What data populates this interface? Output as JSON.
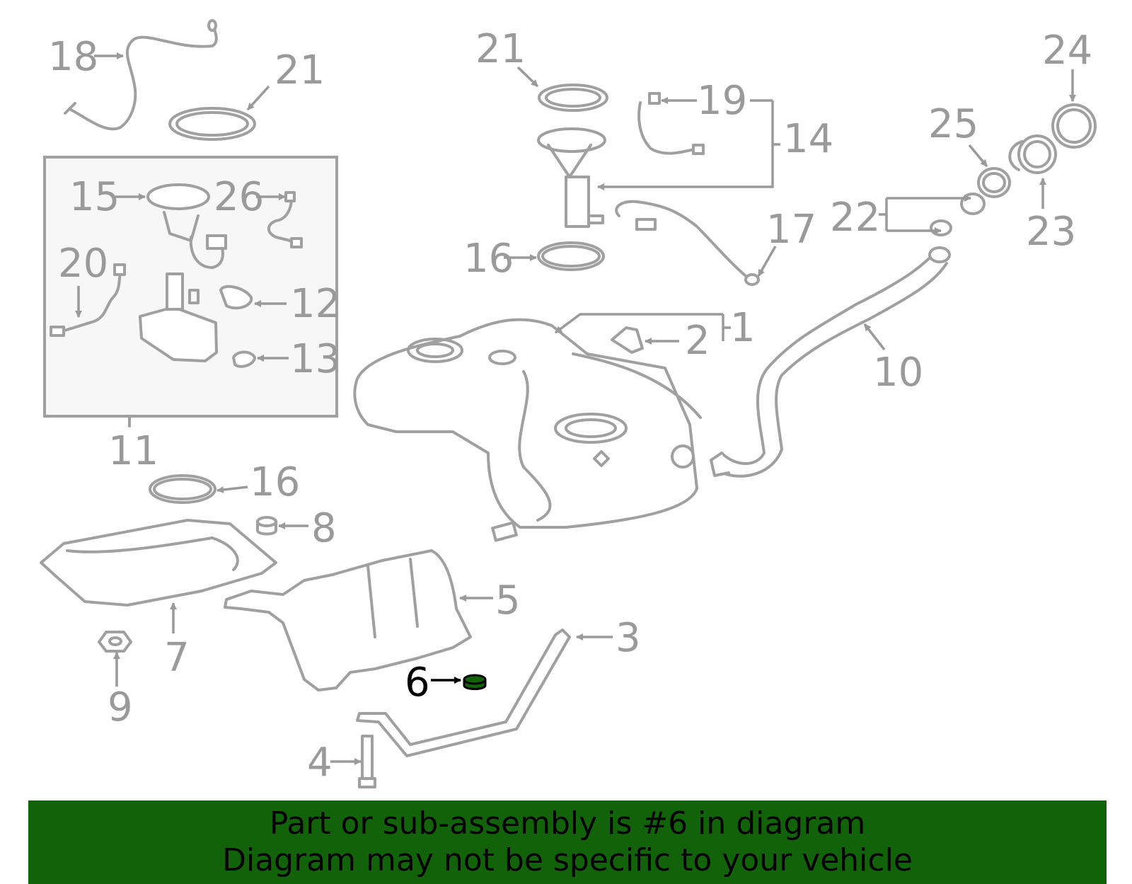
{
  "callouts": [
    {
      "id": "1",
      "label": "1",
      "highlighted": false
    },
    {
      "id": "2",
      "label": "2",
      "highlighted": false
    },
    {
      "id": "3",
      "label": "3",
      "highlighted": false
    },
    {
      "id": "4",
      "label": "4",
      "highlighted": false
    },
    {
      "id": "5",
      "label": "5",
      "highlighted": false
    },
    {
      "id": "6",
      "label": "6",
      "highlighted": true
    },
    {
      "id": "7",
      "label": "7",
      "highlighted": false
    },
    {
      "id": "8",
      "label": "8",
      "highlighted": false
    },
    {
      "id": "9",
      "label": "9",
      "highlighted": false
    },
    {
      "id": "10",
      "label": "10",
      "highlighted": false
    },
    {
      "id": "11",
      "label": "11",
      "highlighted": false
    },
    {
      "id": "12",
      "label": "12",
      "highlighted": false
    },
    {
      "id": "13",
      "label": "13",
      "highlighted": false
    },
    {
      "id": "14",
      "label": "14",
      "highlighted": false
    },
    {
      "id": "15",
      "label": "15",
      "highlighted": false
    },
    {
      "id": "16a",
      "label": "16",
      "highlighted": false
    },
    {
      "id": "16b",
      "label": "16",
      "highlighted": false
    },
    {
      "id": "17",
      "label": "17",
      "highlighted": false
    },
    {
      "id": "18",
      "label": "18",
      "highlighted": false
    },
    {
      "id": "19",
      "label": "19",
      "highlighted": false
    },
    {
      "id": "20",
      "label": "20",
      "highlighted": false
    },
    {
      "id": "21a",
      "label": "21",
      "highlighted": false
    },
    {
      "id": "21b",
      "label": "21",
      "highlighted": false
    },
    {
      "id": "22",
      "label": "22",
      "highlighted": false
    },
    {
      "id": "23",
      "label": "23",
      "highlighted": false
    },
    {
      "id": "24",
      "label": "24",
      "highlighted": false
    },
    {
      "id": "25",
      "label": "25",
      "highlighted": false
    },
    {
      "id": "26",
      "label": "26",
      "highlighted": false
    }
  ],
  "banner": {
    "line1": "Part or sub-assembly is #6 in diagram",
    "line2": "Diagram may not be specific to your vehicle"
  },
  "colors": {
    "banner_bg": "#126209",
    "highlight_part": "#126209",
    "line_art": "#a0a0a0"
  }
}
